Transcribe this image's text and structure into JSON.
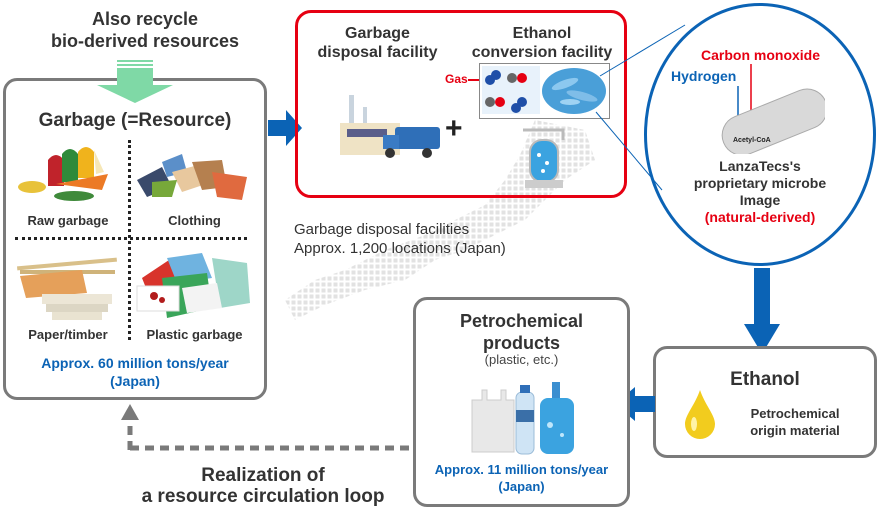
{
  "top_caption": {
    "line1": "Also recycle",
    "line2": "bio-derived resources"
  },
  "garbage_box": {
    "title": "Garbage (=Resource)",
    "items": [
      {
        "label": "Raw garbage",
        "icon": "raw-garbage-icon"
      },
      {
        "label": "Clothing",
        "icon": "clothing-icon"
      },
      {
        "label": "Paper/timber",
        "icon": "paper-timber-icon"
      },
      {
        "label": "Plastic garbage",
        "icon": "plastic-garbage-icon"
      }
    ],
    "amount_line1": "Approx. 60 million tons/year",
    "amount_line2": "(Japan)"
  },
  "facility_box": {
    "left_title_line1": "Garbage",
    "left_title_line2": "disposal facility",
    "right_title_line1": "Ethanol",
    "right_title_line2": "conversion facility",
    "plus": "+",
    "gas_label": "Gas",
    "molecules": [
      "H",
      "H",
      "C",
      "O",
      "C",
      "O",
      "H",
      "H"
    ]
  },
  "facilities_note": {
    "line1": "Garbage disposal facilities",
    "line2": "Approx. 1,200 locations (Japan)"
  },
  "microbe_circle": {
    "carbon_monoxide": "Carbon monoxide",
    "hydrogen": "Hydrogen",
    "acetyl": "Acetyl-CoA",
    "caption_line1": "LanzaTecs's",
    "caption_line2": "proprietary microbe",
    "caption_line3": "Image",
    "caption_line4": "(natural-derived)"
  },
  "ethanol_box": {
    "title": "Ethanol",
    "desc_line1": "Petrochemical",
    "desc_line2": "origin material"
  },
  "petro_box": {
    "title_line1": "Petrochemical",
    "title_line2": "products",
    "subtitle": "(plastic, etc.)",
    "amount_line1": "Approx. 11 million tons/year",
    "amount_line2": "(Japan)"
  },
  "loop_caption": {
    "line1": "Realization of",
    "line2": "a resource circulation loop"
  },
  "colors": {
    "accent_blue": "#0b63b5",
    "accent_red": "#e60012",
    "border_gray": "#7a7a7a",
    "arrow_green": "#7fd9a6"
  }
}
